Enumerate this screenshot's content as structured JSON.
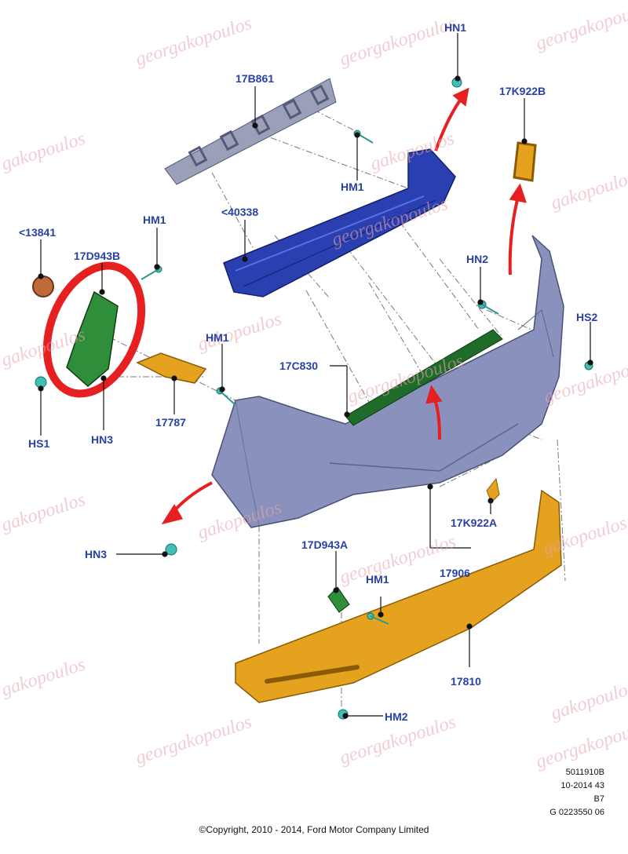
{
  "labels": {
    "p17B861": "17B861",
    "pHN1_top": "HN1",
    "p17K922B": "17K922B",
    "pHM1_a": "HM1",
    "p40338": "<40338",
    "p13841": "<13841",
    "pHM1_b": "HM1",
    "p17D943B": "17D943B",
    "pHN2": "HN2",
    "pHS2": "HS2",
    "pHM1_c": "HM1",
    "p17C830": "17C830",
    "pHS1": "HS1",
    "pHN3_a": "HN3",
    "p17787": "17787",
    "p17K922A": "17K922A",
    "pHN3_b": "HN3",
    "p17D943A": "17D943A",
    "pHM1_d": "HM1",
    "p17906": "17906",
    "p17810": "17810",
    "pHM2": "HM2"
  },
  "reference": {
    "line1": "5011910B",
    "line2": "10-2014 43",
    "line3": "B7",
    "line4": "G 0223550 06"
  },
  "copyright": "©Copyright, 2010 - 2014, Ford Motor Company Limited",
  "watermarks": {
    "brand1": "georgakopoulos",
    "brand2": "gakopoulos"
  },
  "colors": {
    "label_blue": "#2840a8",
    "reinforcement_blue": "#2a3fb0",
    "bumper_cover": "#8a91bd",
    "absorber_green": "#1f6b2a",
    "lower_trim_orange": "#e5a21e",
    "clip_teal": "#3ec0b5",
    "highlight_red": "#e62020"
  }
}
